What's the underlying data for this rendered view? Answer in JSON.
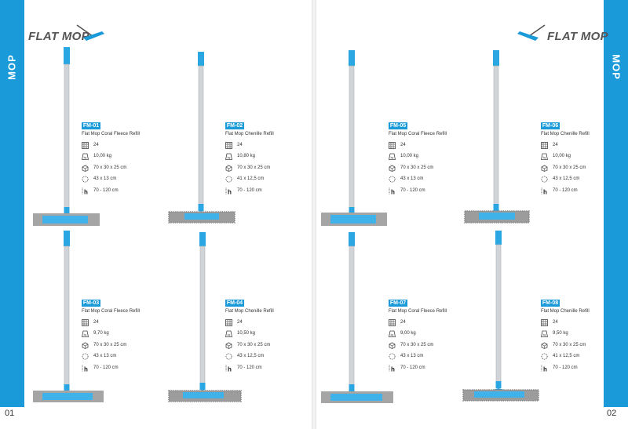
{
  "brand": "FLAT MOP",
  "side_label": "MOP",
  "pages": {
    "left": "01",
    "right": "02"
  },
  "colors": {
    "accent": "#1a9ad9",
    "fleece": "#a5a5a5",
    "handle": "#d0d3d8"
  },
  "icons": [
    "carton-count-icon",
    "weight-icon",
    "box-size-icon",
    "refill-size-icon",
    "handle-length-icon"
  ],
  "products": [
    {
      "code": "FM-01",
      "name": "Flat Mop Coral Fleece Refill",
      "specs": [
        "24",
        "10,00 kg",
        "70 x 30 x 25 cm",
        "43 x 13 cm",
        "70 - 120 cm"
      ],
      "type": "fleece"
    },
    {
      "code": "FM-02",
      "name": "Flat Mop Chenille Refill",
      "specs": [
        "24",
        "10,80 kg",
        "70 x 30 x 25 cm",
        "41 x 12,5 cm",
        "70 - 120 cm"
      ],
      "type": "chenille"
    },
    {
      "code": "FM-05",
      "name": "Flat Mop Coral Fleece Refill",
      "specs": [
        "24",
        "10,00 kg",
        "70 x 30 x 25 cm",
        "43 x 13 cm",
        "70 - 120 cm"
      ],
      "type": "fleece"
    },
    {
      "code": "FM-06",
      "name": "Flat Mop Chenille Refill",
      "specs": [
        "24",
        "10,00 kg",
        "70 x 30 x 25 cm",
        "43 x 12,5 cm",
        "70 - 120 cm"
      ],
      "type": "chenille"
    },
    {
      "code": "FM-03",
      "name": "Flat Mop Coral Fleece Refill",
      "specs": [
        "24",
        "9,70 kg",
        "70 x 30 x 25 cm",
        "43 x 13 cm",
        "70 - 120 cm"
      ],
      "type": "fleece"
    },
    {
      "code": "FM-04",
      "name": "Flat Mop Chenille Refill",
      "specs": [
        "24",
        "10,50 kg",
        "70 x 30 x 25 cm",
        "43 x 12,5 cm",
        "70 - 120 cm"
      ],
      "type": "chenille"
    },
    {
      "code": "FM-07",
      "name": "Flat Mop Coral Fleece Refill",
      "specs": [
        "24",
        "9,00 kg",
        "70 x 30 x 25 cm",
        "43 x 13 cm",
        "70 - 120 cm"
      ],
      "type": "fleece"
    },
    {
      "code": "FM-08",
      "name": "Flat Mop Chenille Refill",
      "specs": [
        "24",
        "9,50 kg",
        "70 x 30 x 25 cm",
        "41 x 12,5 cm",
        "70 - 120 cm"
      ],
      "type": "chenille"
    }
  ]
}
